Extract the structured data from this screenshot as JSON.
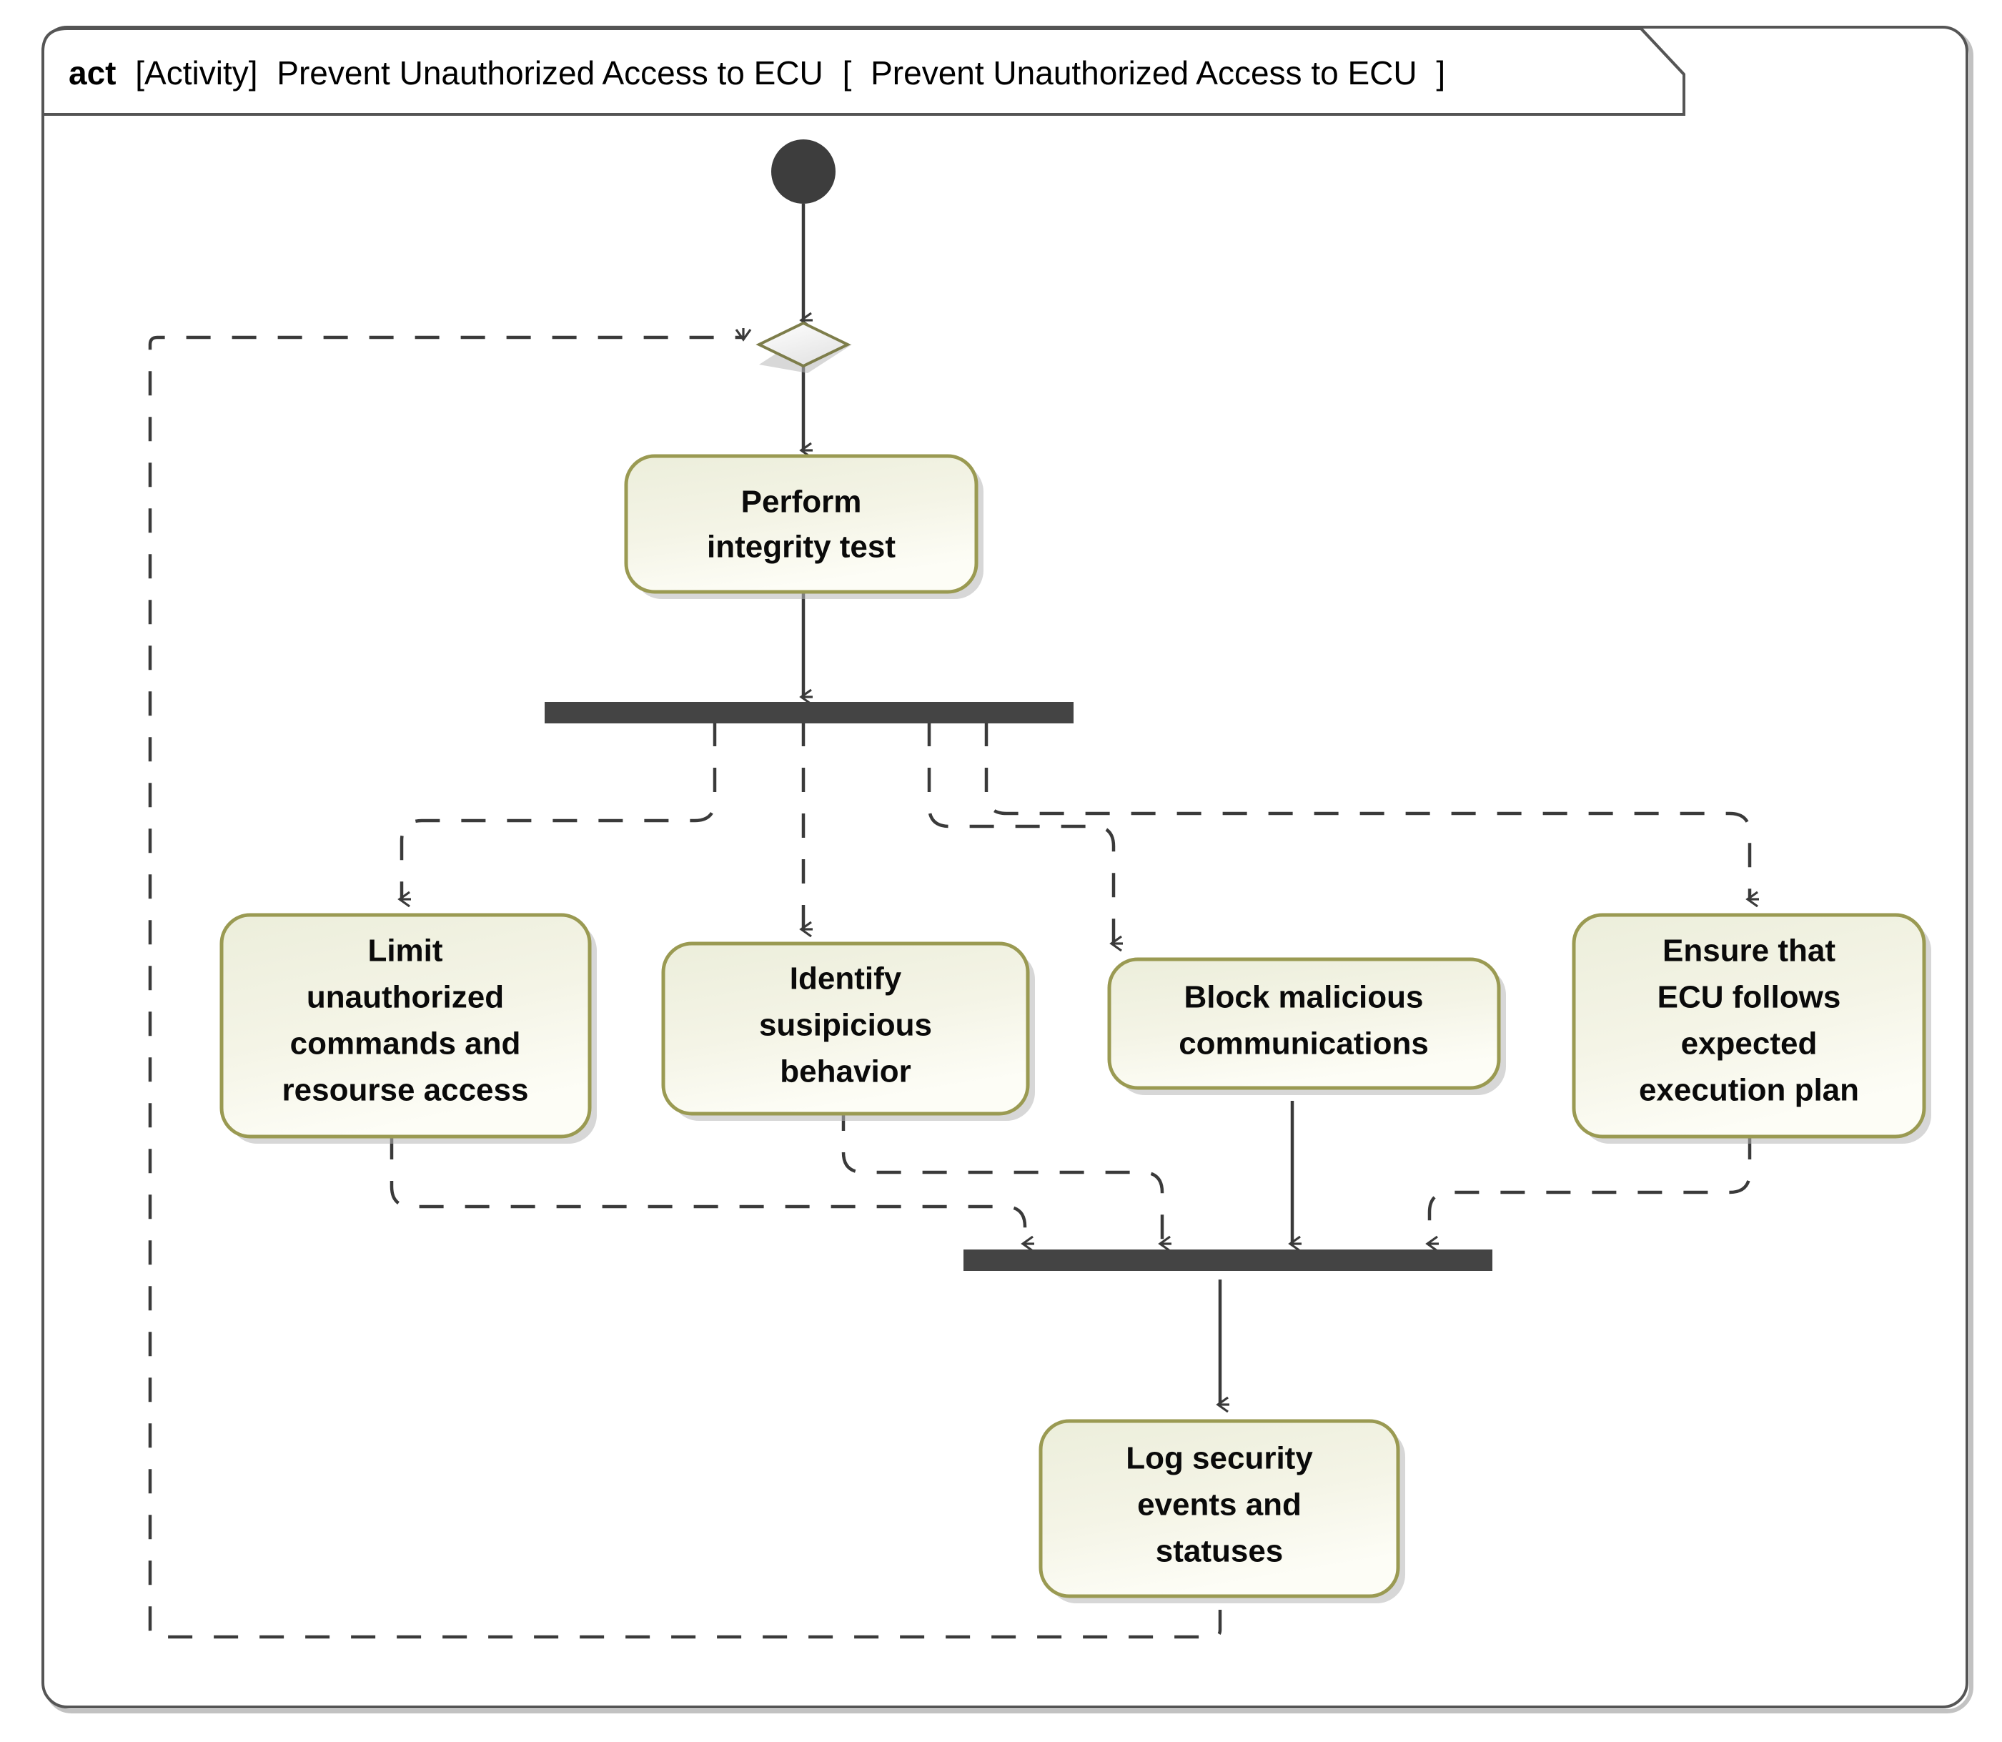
{
  "diagram": {
    "kind": "SysML Activity Diagram",
    "frame": {
      "keyword": "act",
      "type_label": "[Activity]",
      "name": "Prevent Unauthorized Access to ECU",
      "qualifier_open": "[",
      "qualifier_name": "Prevent Unauthorized Access to ECU",
      "qualifier_close": "]",
      "full_title": "act [Activity] Prevent Unauthorized Access to ECU [ Prevent Unauthorized Access to ECU ]"
    },
    "colors": {
      "frame_border": "#555555",
      "frame_fill": "#ffffff",
      "node_border": "#9a9a52",
      "node_fill_top": "#eceedb",
      "node_fill_bottom": "#fcfcf3",
      "node_text": "#0a0a0a",
      "bar_fill": "#444444",
      "initial_fill": "#3d3d3d",
      "merge_border": "#7d7d4a",
      "merge_fill": "#f2f2f2",
      "edge_stroke": "#3a3a3a",
      "shadow": "#b6b6b6"
    },
    "nodes": {
      "initial": {
        "name": "initial-node",
        "shape": "filled-circle"
      },
      "merge": {
        "name": "merge-node",
        "shape": "diamond"
      },
      "fork": {
        "name": "fork-node",
        "shape": "bar"
      },
      "join": {
        "name": "join-node",
        "shape": "bar"
      },
      "actions": [
        {
          "id": "perform-integrity-test",
          "label": "Perform\ninteg",
          "lines": [
            "Perform",
            "integrity test"
          ]
        },
        {
          "id": "limit-unauthorized-commands",
          "lines": [
            "Limit",
            "unauthorized",
            "commands and",
            "resourse access"
          ]
        },
        {
          "id": "identify-suspicious-behavior",
          "lines": [
            "Identify",
            "susipicious",
            "behavior"
          ]
        },
        {
          "id": "block-malicious-communications",
          "lines": [
            "Block malicious",
            "communications"
          ]
        },
        {
          "id": "ensure-expected-execution-plan",
          "lines": [
            "Ensure that",
            "ECU follows",
            "expected",
            "execution plan"
          ]
        },
        {
          "id": "log-security-events",
          "lines": [
            "Log security",
            "events and",
            "statuses"
          ]
        }
      ]
    },
    "action_text": {
      "perform_l1": "Perform",
      "perform_l2": "integrity test",
      "limit_l1": "Limit",
      "limit_l2": "unauthorized",
      "limit_l3": "commands and",
      "limit_l4": "resourse access",
      "identify_l1": "Identify",
      "identify_l2": "susipicious",
      "identify_l3": "behavior",
      "block_l1": "Block malicious",
      "block_l2": "communications",
      "ensure_l1": "Ensure that",
      "ensure_l2": "ECU follows",
      "ensure_l3": "expected",
      "ensure_l4": "execution plan",
      "log_l1": "Log security",
      "log_l2": "events and",
      "log_l3": "statuses"
    },
    "edges": [
      {
        "from": "initial-node",
        "to": "merge-node",
        "style": "solid"
      },
      {
        "from": "merge-node",
        "to": "perform-integrity-test",
        "style": "solid"
      },
      {
        "from": "perform-integrity-test",
        "to": "fork-node",
        "style": "solid"
      },
      {
        "from": "fork-node",
        "to": "limit-unauthorized-commands",
        "style": "dashed"
      },
      {
        "from": "fork-node",
        "to": "identify-suspicious-behavior",
        "style": "dashed"
      },
      {
        "from": "fork-node",
        "to": "block-malicious-communications",
        "style": "dashed"
      },
      {
        "from": "fork-node",
        "to": "ensure-expected-execution-plan",
        "style": "dashed"
      },
      {
        "from": "limit-unauthorized-commands",
        "to": "join-node",
        "style": "dashed"
      },
      {
        "from": "identify-suspicious-behavior",
        "to": "join-node",
        "style": "dashed"
      },
      {
        "from": "block-malicious-communications",
        "to": "join-node",
        "style": "solid"
      },
      {
        "from": "ensure-expected-execution-plan",
        "to": "join-node",
        "style": "dashed"
      },
      {
        "from": "join-node",
        "to": "log-security-events",
        "style": "solid"
      },
      {
        "from": "log-security-events",
        "to": "merge-node",
        "style": "dashed"
      }
    ]
  }
}
